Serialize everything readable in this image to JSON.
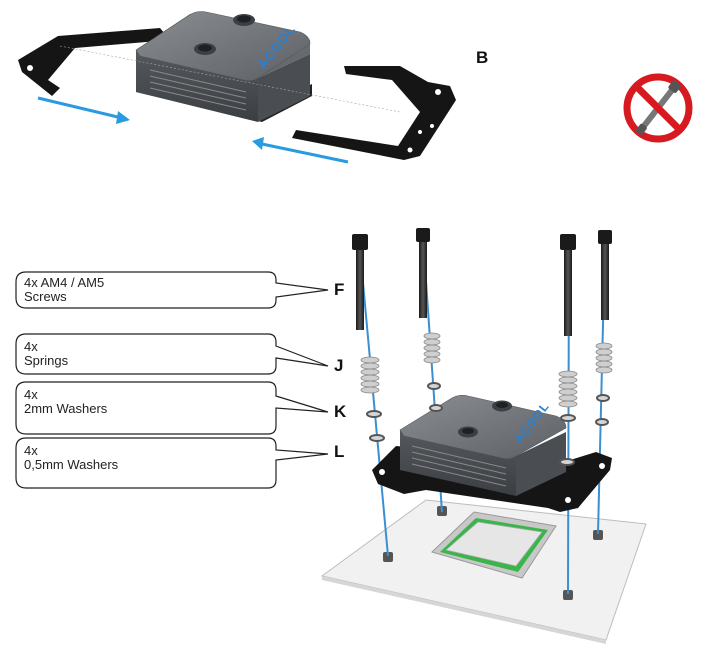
{
  "step": {
    "letter": "B"
  },
  "block_brand": "ACOOL",
  "parts": [
    {
      "letter": "F",
      "qty": "4x AM4 / AM5",
      "name": "Screws"
    },
    {
      "letter": "J",
      "qty": "4x",
      "name": "Springs"
    },
    {
      "letter": "K",
      "qty": "4x",
      "name": "2mm Washers"
    },
    {
      "letter": "L",
      "qty": "4x",
      "name": "0,5mm Washers"
    }
  ],
  "colors": {
    "arrow": "#2a9be0",
    "prohibited": "#d71920",
    "bracket": "#151515",
    "block": "#6b6f74",
    "rod": "#3b8fd0",
    "socket_green": "#39b54a"
  },
  "icons": [
    "no-screwdriver-icon",
    "arrow-right-icon",
    "arrow-left-icon"
  ]
}
